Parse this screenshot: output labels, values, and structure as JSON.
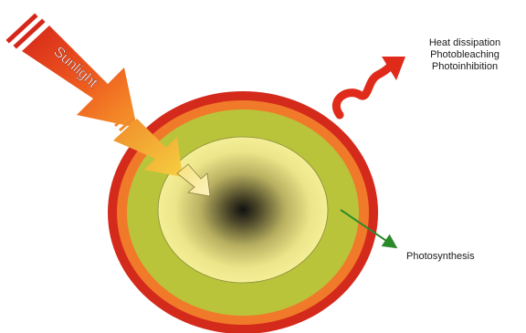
{
  "labels": {
    "sunlight": "Sunlight",
    "heat_dissipation": "Heat dissipation",
    "photobleaching": "Photobleaching",
    "photoinhibition": "Photoinhibition",
    "photosynthesis": "Photosynthesis"
  },
  "colors": {
    "outer_ring": "#d42a1c",
    "orange_ring": "#f07a2a",
    "green_ring": "#b9c43a",
    "inner_disc": "#f2ec8a",
    "core": "#111111",
    "sunlight_arrow": "#ee5a1e",
    "wavy_arrow": "#e02a1a",
    "green_arrow": "#2a8a2a"
  }
}
